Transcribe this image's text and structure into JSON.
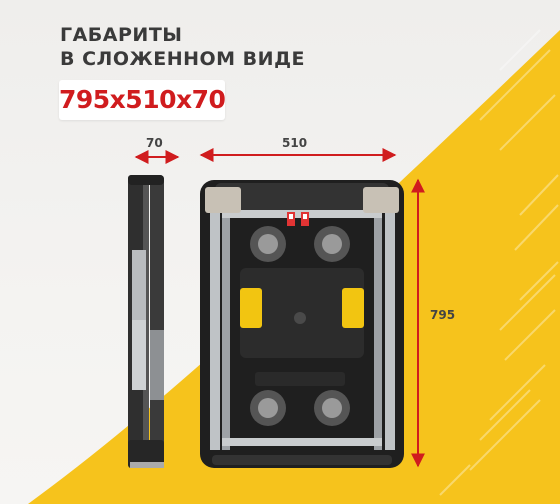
{
  "title": {
    "line1": "ГАБАРИТЫ",
    "line2": "В СЛОЖЕННОМ ВИДЕ"
  },
  "dimensions_badge": "795x510x70",
  "dimension_labels": {
    "width": "70",
    "length": "510",
    "height": "795"
  },
  "colors": {
    "accent_red": "#d01c1e",
    "accent_yellow": "#f6c31c",
    "title_text": "#3a3a3a"
  }
}
